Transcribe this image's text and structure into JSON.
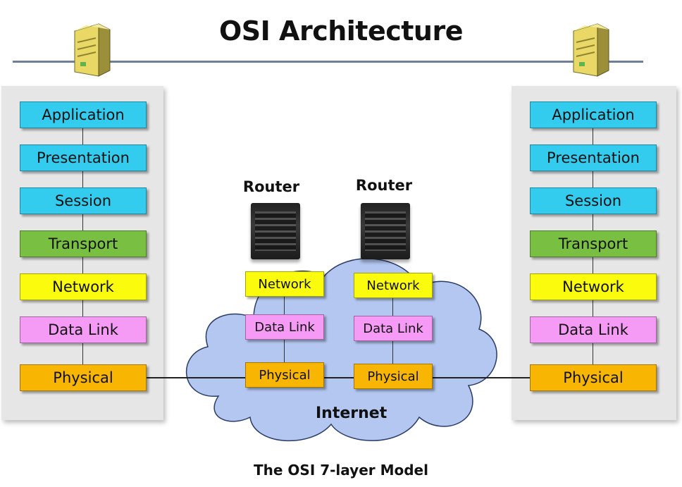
{
  "title": "OSI Architecture",
  "caption": "The OSI 7-layer Model",
  "internet_label": "Internet",
  "routers": [
    {
      "label": "Router",
      "layers": [
        "Network",
        "Data Link",
        "Physical"
      ]
    },
    {
      "label": "Router",
      "layers": [
        "Network",
        "Data Link",
        "Physical"
      ]
    }
  ],
  "hosts": {
    "left": {
      "icon": "server-icon",
      "layers": [
        "Application",
        "Presentation",
        "Session",
        "Transport",
        "Network",
        "Data Link",
        "Physical"
      ]
    },
    "right": {
      "icon": "server-icon",
      "layers": [
        "Application",
        "Presentation",
        "Session",
        "Transport",
        "Network",
        "Data Link",
        "Physical"
      ]
    }
  },
  "colors": {
    "application_layers": "#33ccef",
    "transport": "#79c042",
    "network": "#fbfb0e",
    "data_link": "#f59af5",
    "physical": "#f8b603",
    "cloud": "#b3c7f0",
    "title_rule": "#6d7f99"
  }
}
